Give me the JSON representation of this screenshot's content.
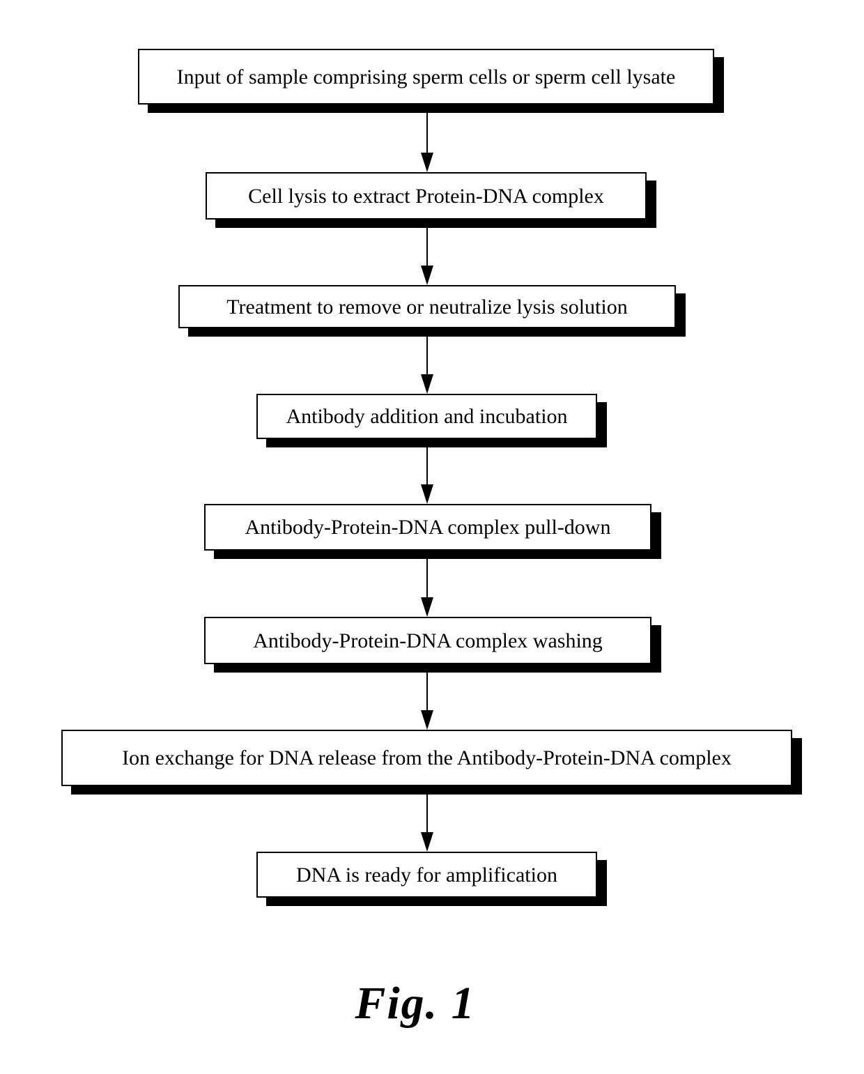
{
  "figure": {
    "type": "flowchart",
    "direction": "top-down",
    "caption": "Fig. 1",
    "steps": [
      "Input of sample comprising sperm cells or sperm cell lysate",
      "Cell lysis to extract Protein-DNA complex",
      "Treatment to remove or neutralize lysis solution",
      "Antibody addition and incubation",
      "Antibody-Protein-DNA complex pull-down",
      "Antibody-Protein-DNA complex washing",
      "Ion exchange for DNA release from the Antibody-Protein-DNA complex",
      "DNA is ready for amplification"
    ],
    "colors": {
      "background": "#ffffff",
      "box_fill": "#ffffff",
      "box_border": "#000000",
      "box_shadow": "#000000",
      "text": "#000000"
    }
  }
}
